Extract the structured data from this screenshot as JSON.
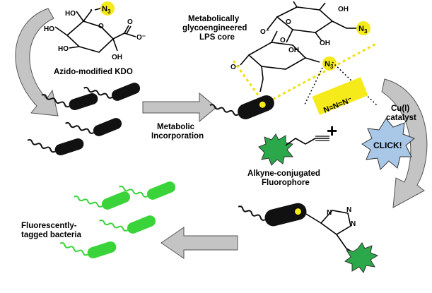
{
  "labels": {
    "azido_kdo": "Azido-modified KDO",
    "lps_core_line1": "Metabolically",
    "lps_core_line2": "glycoengineered",
    "lps_core_line3": "LPS core",
    "metabolic_line1": "Metabolic",
    "metabolic_line2": "Incorporation",
    "catalyst_line1": "Cu(I)",
    "catalyst_line2": "catalyst",
    "click": "CLICK!",
    "fluorophore_line1": "Alkyne-conjugated",
    "fluorophore_line2": "Fluorophore",
    "tagged_line1": "Fluorescently-",
    "tagged_line2": "tagged bacteria",
    "plus": "+"
  },
  "chem": {
    "ho": "HO",
    "oh": "OH",
    "o": "O",
    "o_minus": "O⁻",
    "n3": "N",
    "n3_sub": "3",
    "n": "N",
    "azide": "N=N=N⁻"
  },
  "colors": {
    "bacteria_dark": "#111111",
    "bacteria_green": "#3ad43a",
    "azide_highlight": "#f5ea1a",
    "arrow_gray": "#c4c4c4",
    "click_burst": "#a9c8e8",
    "fluorophore_burst": "#2aa84a"
  }
}
